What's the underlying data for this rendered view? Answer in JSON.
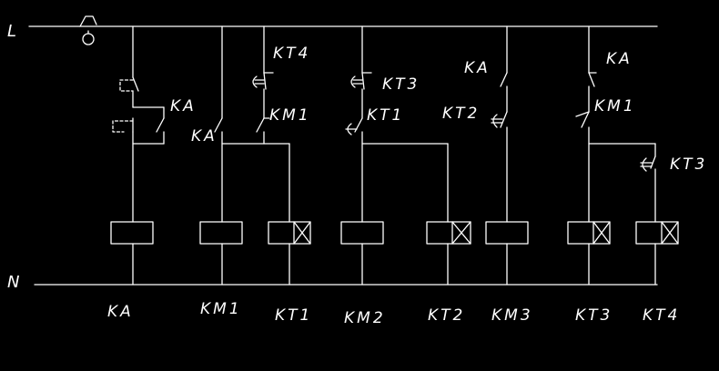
{
  "diagram": {
    "rails": {
      "line": "L",
      "neutral": "N"
    },
    "coil_labels": [
      "KA",
      "KM1",
      "KT1",
      "KM2",
      "KT2",
      "KM3",
      "KT3",
      "KT4"
    ],
    "contact_labels": {
      "ka_seal": "KA",
      "ka_start": "KA",
      "kt4_delay": "KT4",
      "km1_interlock": "KM1",
      "kt3_delay": "KT3",
      "kt1_delay": "KT1",
      "ka_km3": "KA",
      "kt2_delay": "KT2",
      "ka_km3_branch": "KA",
      "km1_branch": "KM1",
      "kt3_delay_2": "KT3"
    },
    "colors": {
      "background": "#000000",
      "stroke": "#ffffff"
    }
  }
}
